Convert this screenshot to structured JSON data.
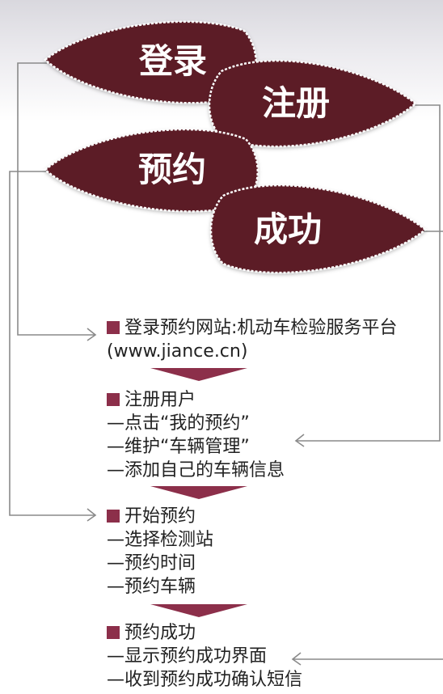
{
  "leaves": [
    {
      "label": "登录"
    },
    {
      "label": "注册"
    },
    {
      "label": "预约"
    },
    {
      "label": "成功"
    }
  ],
  "steps": [
    {
      "title": "登录预约网站:机动车检验服务平台",
      "lines": [
        "(www.jiance.cn)"
      ]
    },
    {
      "title": "注册用户",
      "lines": [
        "—点击“我的预约”",
        "—维护“车辆管理”",
        "—添加自己的车辆信息"
      ]
    },
    {
      "title": "开始预约",
      "lines": [
        "—选择检测站",
        "—预约时间",
        "—预约车辆"
      ]
    },
    {
      "title": "预约成功",
      "lines": [
        "—显示预约成功界面",
        "—收到预约成功确认短信"
      ]
    }
  ],
  "colors": {
    "leaf_fill": "#5b1f28",
    "leaf_border": "#ffffff",
    "leaf_text": "#ffffff",
    "arrow": "#8c2f4a",
    "connector": "#8a8a8a",
    "bullet": "#8c2f4a",
    "text": "#222222"
  },
  "icons": {
    "bullet": "square-bullet-icon",
    "down_arrow": "down-triangle-icon",
    "connector": "elbow-arrow-icon"
  }
}
